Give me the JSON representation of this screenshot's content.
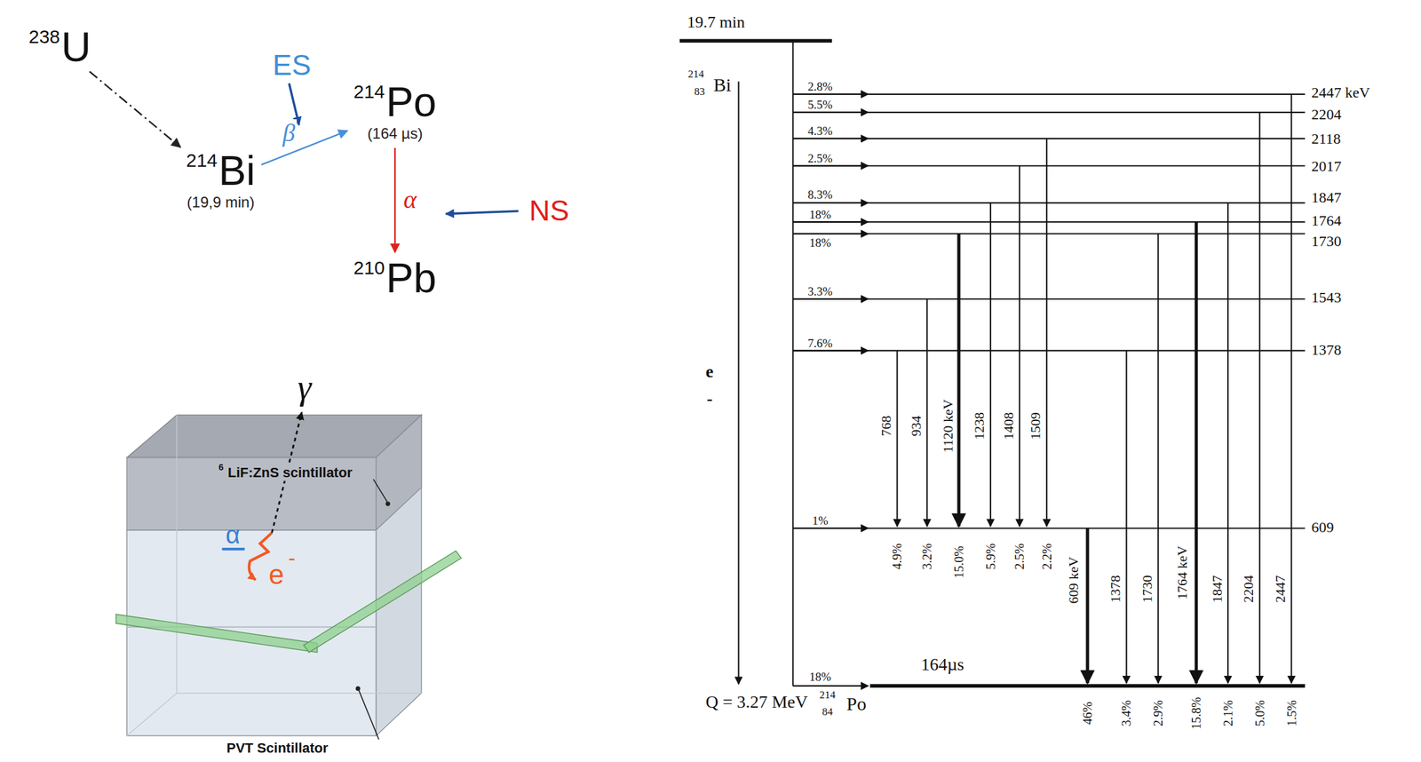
{
  "diagram": {
    "nodes": [
      {
        "text": [
          "238",
          "U"
        ]
      },
      {
        "text": [
          "214",
          "Bi",
          "(19,9 min)"
        ]
      },
      {
        "text": [
          "214",
          "Po",
          "(164 µs)"
        ]
      },
      {
        "text": [
          "210",
          "Pb"
        ]
      }
    ],
    "edges": [
      {
        "from": 0,
        "to": 1,
        "arrow": "to"
      },
      {
        "from": 1,
        "to": 2,
        "label": "β",
        "arrow": "to"
      },
      {
        "from": 2,
        "to": 3,
        "label": "α",
        "arrow": "to"
      }
    ],
    "labels": [
      "ES",
      "NS",
      "γ",
      "α",
      "e",
      "-",
      "6",
      "LiF:ZnS scintillator",
      "PVT Scintillator",
      "19.7 min",
      "214",
      "83",
      "Bi",
      "e",
      "-",
      "2447 keV",
      "2204",
      "2118",
      "2017",
      "1847",
      "1764",
      "1730",
      "1543",
      "1378",
      "609",
      "2.8%",
      "5.5%",
      "4.3%",
      "2.5%",
      "8.3%",
      "18%",
      "18%",
      "3.3%",
      "7.6%",
      "1%",
      "18%",
      "768",
      "934",
      "1120 keV",
      "1238",
      "1408",
      "1509",
      "4.9%",
      "3.2%",
      "15.0%",
      "5.9%",
      "2.5%",
      "2.2%",
      "609 keV",
      "1378",
      "1730",
      "1764 keV",
      "1847",
      "2204",
      "2447",
      "46%",
      "3.4%",
      "2.9%",
      "15.8%",
      "2.1%",
      "5.0%",
      "1.5%",
      "164µs",
      "Q = 3.27 MeV",
      "214",
      "84",
      "Po"
    ]
  }
}
